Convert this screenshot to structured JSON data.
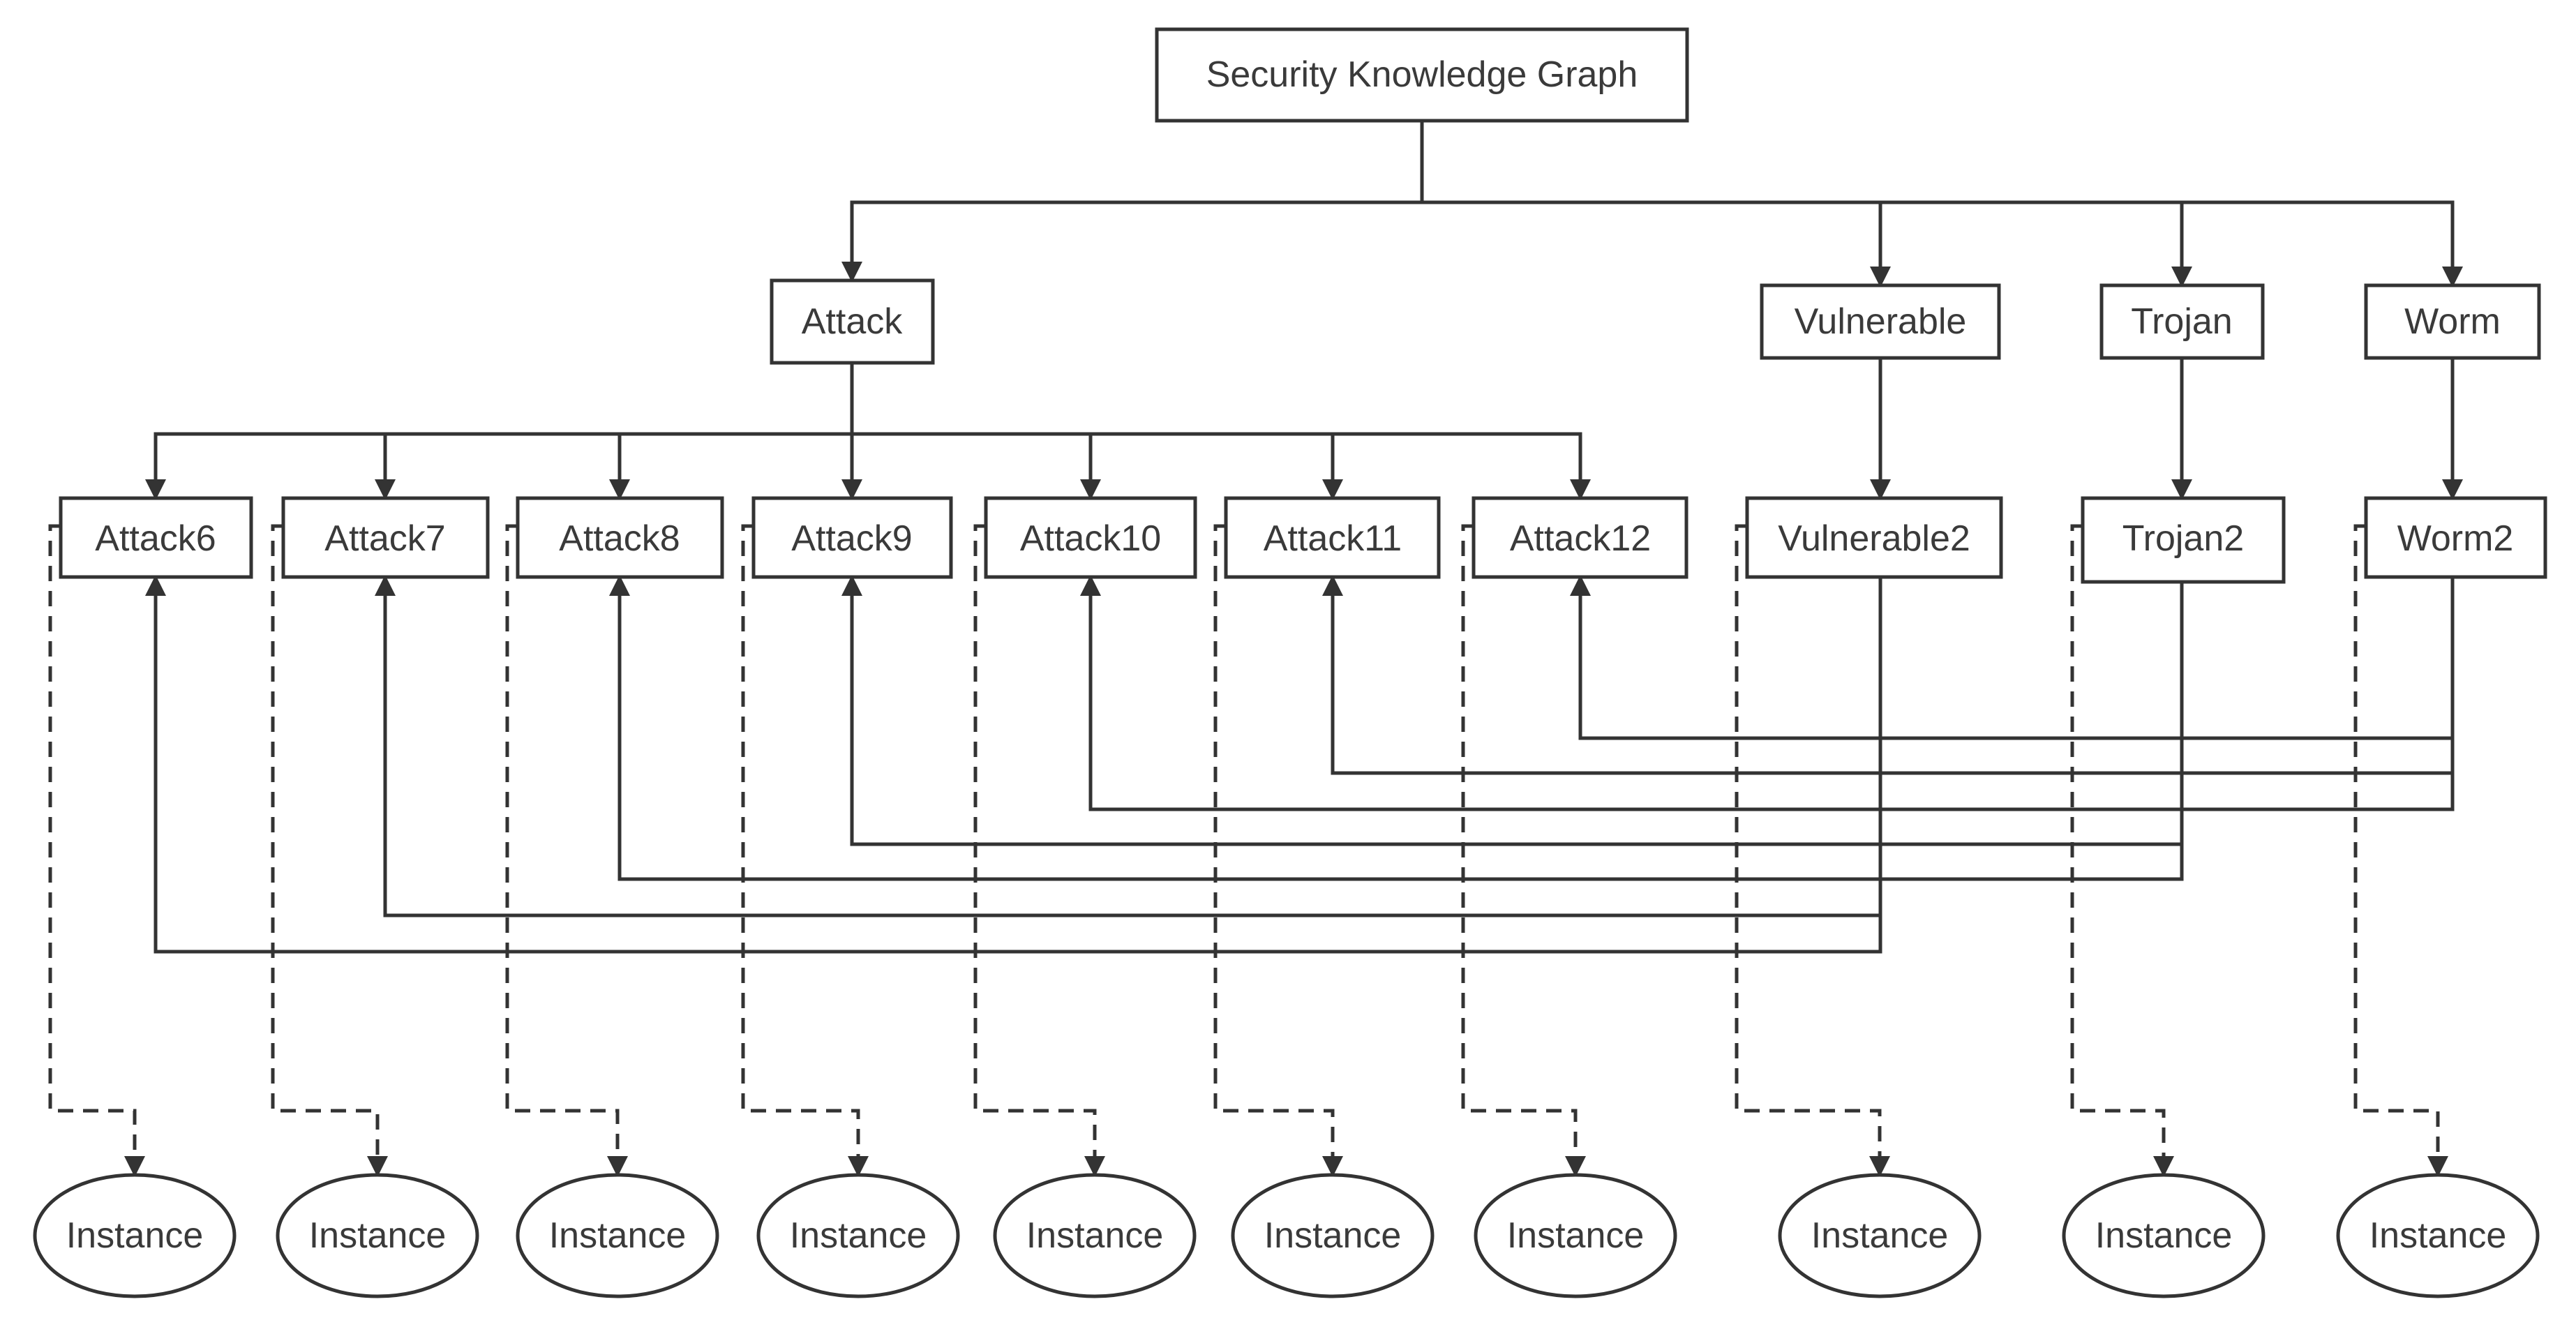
{
  "diagram": {
    "title": "Security Knowledge Graph",
    "categories": [
      {
        "id": "attack",
        "label": "Attack"
      },
      {
        "id": "vulnerable",
        "label": "Vulnerable"
      },
      {
        "id": "trojan",
        "label": "Trojan"
      },
      {
        "id": "worm",
        "label": "Worm"
      }
    ],
    "subtypes": [
      {
        "id": "attack6",
        "label": "Attack6"
      },
      {
        "id": "attack7",
        "label": "Attack7"
      },
      {
        "id": "attack8",
        "label": "Attack8"
      },
      {
        "id": "attack9",
        "label": "Attack9"
      },
      {
        "id": "attack10",
        "label": "Attack10"
      },
      {
        "id": "attack11",
        "label": "Attack11"
      },
      {
        "id": "attack12",
        "label": "Attack12"
      },
      {
        "id": "vulnerable2",
        "label": "Vulnerable2"
      },
      {
        "id": "trojan2",
        "label": "Trojan2"
      },
      {
        "id": "worm2",
        "label": "Worm2"
      }
    ],
    "instance_label": "Instance",
    "edges": {
      "hierarchy": [
        [
          "title",
          "attack"
        ],
        [
          "title",
          "vulnerable"
        ],
        [
          "title",
          "trojan"
        ],
        [
          "title",
          "worm"
        ],
        [
          "attack",
          "attack6"
        ],
        [
          "attack",
          "attack7"
        ],
        [
          "attack",
          "attack8"
        ],
        [
          "attack",
          "attack9"
        ],
        [
          "attack",
          "attack10"
        ],
        [
          "attack",
          "attack11"
        ],
        [
          "attack",
          "attack12"
        ],
        [
          "vulnerable",
          "vulnerable2"
        ],
        [
          "trojan",
          "trojan2"
        ],
        [
          "worm",
          "worm2"
        ]
      ],
      "relations": [
        [
          "vulnerable2",
          "attack6"
        ],
        [
          "vulnerable2",
          "attack7"
        ],
        [
          "trojan2",
          "attack8"
        ],
        [
          "trojan2",
          "attack9"
        ],
        [
          "worm2",
          "attack10"
        ],
        [
          "worm2",
          "attack11"
        ],
        [
          "worm2",
          "attack12"
        ]
      ],
      "instance_of": [
        "attack6",
        "attack7",
        "attack8",
        "attack9",
        "attack10",
        "attack11",
        "attack12",
        "vulnerable2",
        "trojan2",
        "worm2"
      ]
    },
    "colors": {
      "stroke": "#333333",
      "text": "#3a3a3a",
      "background": "#ffffff"
    }
  }
}
